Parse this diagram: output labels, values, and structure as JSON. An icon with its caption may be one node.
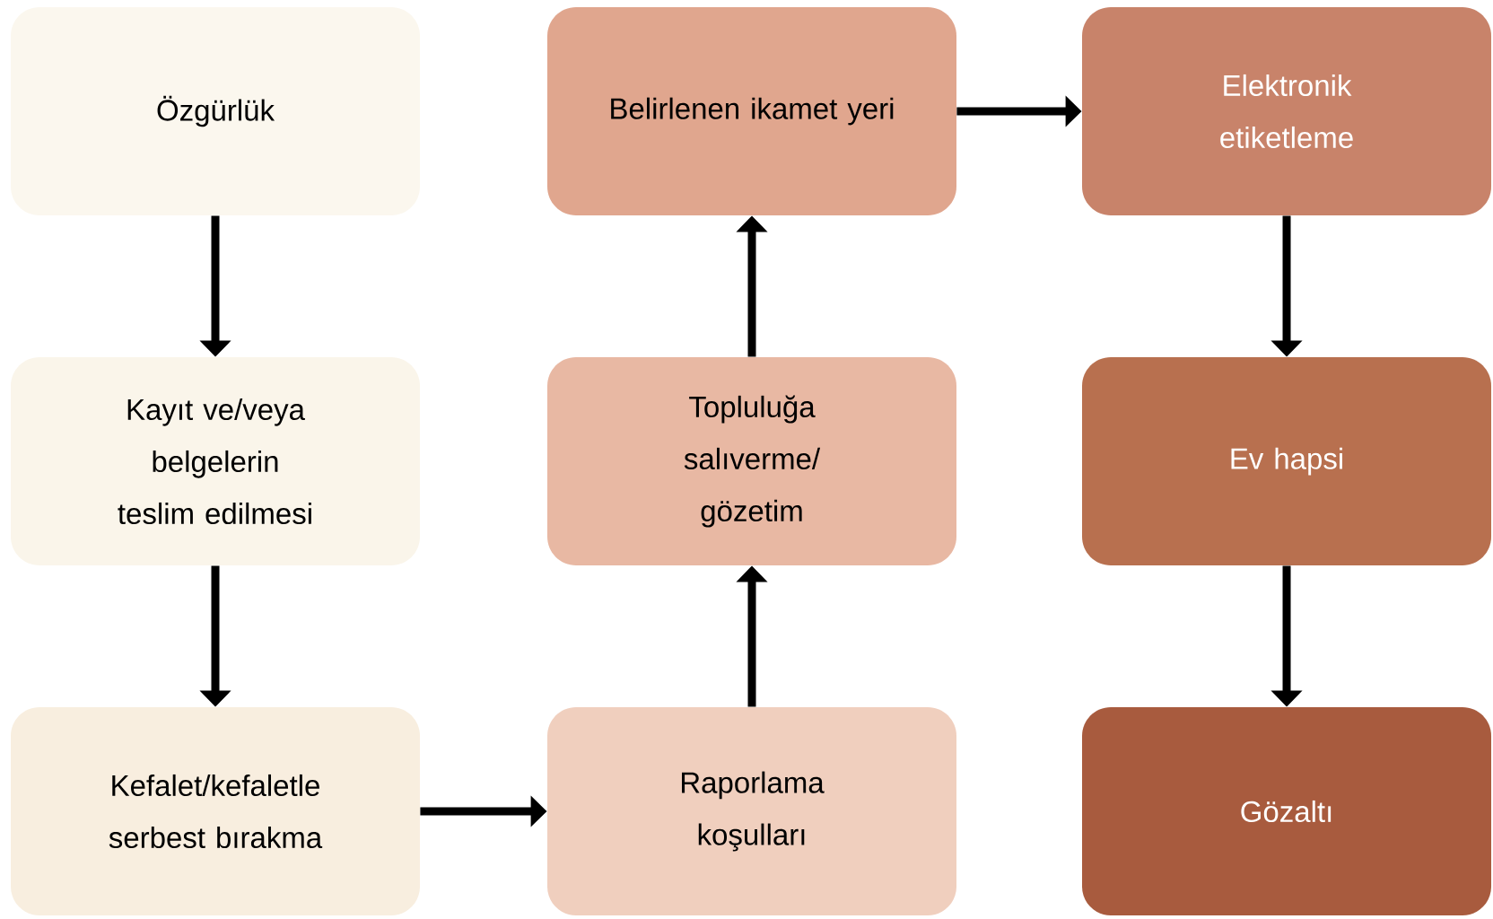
{
  "diagram": {
    "nodes": [
      {
        "text": [
          "Özgürlük"
        ]
      },
      {
        "text": [
          "Kayıt ve/veya belgelerin teslim edilmesi"
        ]
      },
      {
        "text": [
          "Kefalet/kefaletle serbest bırakma"
        ]
      },
      {
        "text": [
          "Raporlama koşulları"
        ]
      },
      {
        "text": [
          "Topluluğa salıverme/ gözetim"
        ]
      },
      {
        "text": [
          "Belirlenen ikamet yeri"
        ]
      },
      {
        "text": [
          "Elektronik etiketleme"
        ]
      },
      {
        "text": [
          "Ev hapsi"
        ]
      },
      {
        "text": [
          "Gözaltı"
        ]
      }
    ],
    "edges": [
      {
        "from": 0,
        "to": 1,
        "arrow": "to"
      },
      {
        "from": 1,
        "to": 2,
        "arrow": "to"
      },
      {
        "from": 2,
        "to": 3,
        "arrow": "to"
      },
      {
        "from": 3,
        "to": 4,
        "arrow": "to"
      },
      {
        "from": 4,
        "to": 5,
        "arrow": "to"
      },
      {
        "from": 5,
        "to": 6,
        "arrow": "to"
      },
      {
        "from": 6,
        "to": 7,
        "arrow": "to"
      },
      {
        "from": 7,
        "to": 8,
        "arrow": "to"
      }
    ]
  }
}
